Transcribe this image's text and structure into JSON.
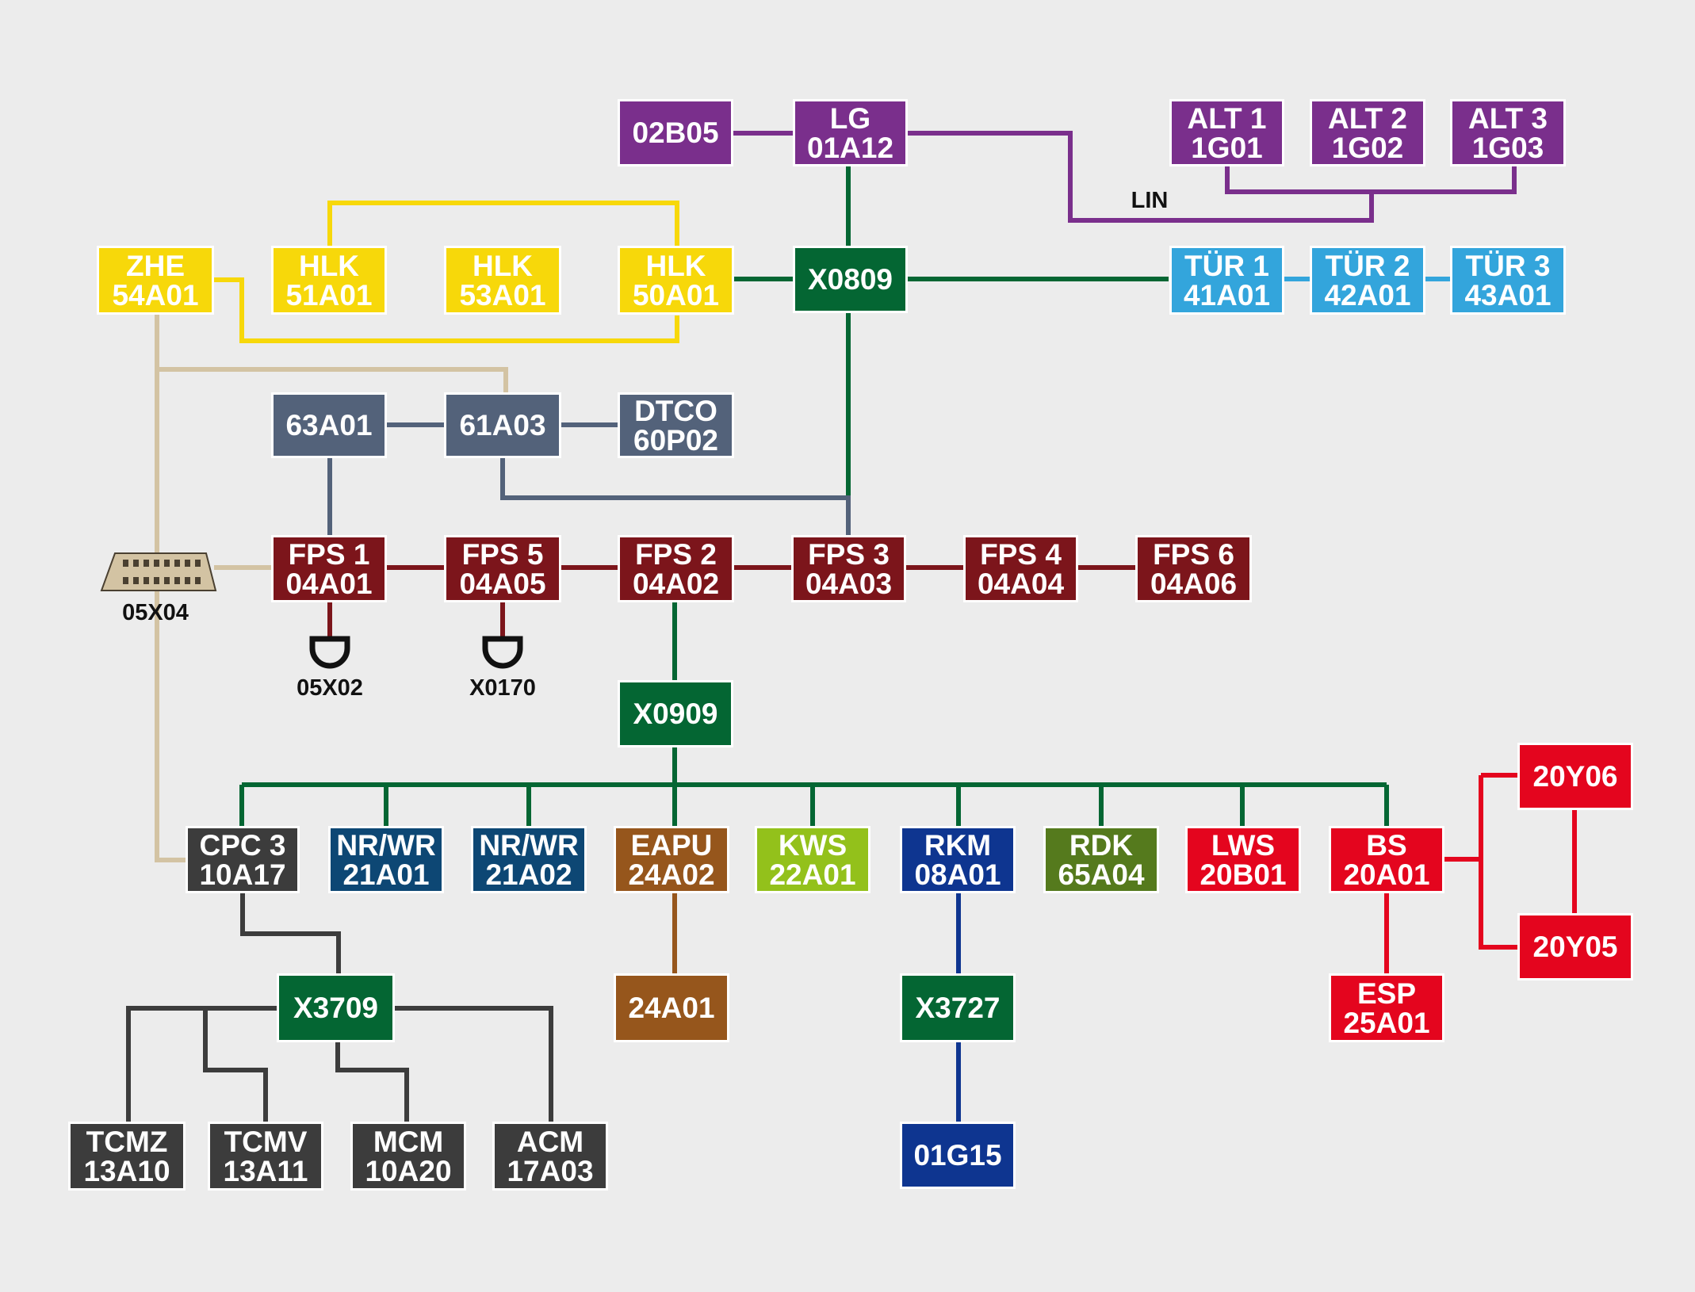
{
  "colors": {
    "purple": "#7a2f8c",
    "yellow": "#f7d80a",
    "green": "#046633",
    "lightblue": "#33a5dc",
    "slate": "#53627a",
    "darkred": "#7c151b",
    "red": "#e4051e",
    "tan": "#d3c3a3",
    "dark": "#3c3c3c",
    "navy": "#0d4774",
    "brown": "#96561c",
    "lime": "#93c11b",
    "blue": "#0e3590",
    "olive": "#557a1d",
    "background": "#ececec"
  },
  "nodes": [
    {
      "id": "n02B05",
      "line1": "02B05",
      "line2": "",
      "color": "purple"
    },
    {
      "id": "nLG",
      "line1": "LG",
      "line2": "01A12",
      "color": "purple"
    },
    {
      "id": "nALT1",
      "line1": "ALT 1",
      "line2": "1G01",
      "color": "purple"
    },
    {
      "id": "nALT2",
      "line1": "ALT 2",
      "line2": "1G02",
      "color": "purple"
    },
    {
      "id": "nALT3",
      "line1": "ALT 3",
      "line2": "1G03",
      "color": "purple"
    },
    {
      "id": "nZHE",
      "line1": "ZHE",
      "line2": "54A01",
      "color": "yellow"
    },
    {
      "id": "nHLK51",
      "line1": "HLK",
      "line2": "51A01",
      "color": "yellow"
    },
    {
      "id": "nHLK53",
      "line1": "HLK",
      "line2": "53A01",
      "color": "yellow"
    },
    {
      "id": "nHLK50",
      "line1": "HLK",
      "line2": "50A01",
      "color": "yellow"
    },
    {
      "id": "nX0809",
      "line1": "X0809",
      "line2": "",
      "color": "green"
    },
    {
      "id": "nTUR1",
      "line1": "TÜR 1",
      "line2": "41A01",
      "color": "lightblue"
    },
    {
      "id": "nTUR2",
      "line1": "TÜR 2",
      "line2": "42A01",
      "color": "lightblue"
    },
    {
      "id": "nTUR3",
      "line1": "TÜR 3",
      "line2": "43A01",
      "color": "lightblue"
    },
    {
      "id": "n63A01",
      "line1": "63A01",
      "line2": "",
      "color": "slate"
    },
    {
      "id": "n61A03",
      "line1": "61A03",
      "line2": "",
      "color": "slate"
    },
    {
      "id": "nDTCO",
      "line1": "DTCO",
      "line2": "60P02",
      "color": "slate"
    },
    {
      "id": "nFPS1",
      "line1": "FPS 1",
      "line2": "04A01",
      "color": "darkred"
    },
    {
      "id": "nFPS5",
      "line1": "FPS 5",
      "line2": "04A05",
      "color": "darkred"
    },
    {
      "id": "nFPS2",
      "line1": "FPS 2",
      "line2": "04A02",
      "color": "darkred"
    },
    {
      "id": "nFPS3",
      "line1": "FPS 3",
      "line2": "04A03",
      "color": "darkred"
    },
    {
      "id": "nFPS4",
      "line1": "FPS 4",
      "line2": "04A04",
      "color": "darkred"
    },
    {
      "id": "nFPS6",
      "line1": "FPS 6",
      "line2": "04A06",
      "color": "darkred"
    },
    {
      "id": "nX0909",
      "line1": "X0909",
      "line2": "",
      "color": "green"
    },
    {
      "id": "nCPC3",
      "line1": "CPC 3",
      "line2": "10A17",
      "color": "dark"
    },
    {
      "id": "nNRWR1",
      "line1": "NR/WR",
      "line2": "21A01",
      "color": "navy"
    },
    {
      "id": "nNRWR2",
      "line1": "NR/WR",
      "line2": "21A02",
      "color": "navy"
    },
    {
      "id": "nEAPU",
      "line1": "EAPU",
      "line2": "24A02",
      "color": "brown"
    },
    {
      "id": "nKWS",
      "line1": "KWS",
      "line2": "22A01",
      "color": "lime"
    },
    {
      "id": "nRKM",
      "line1": "RKM",
      "line2": "08A01",
      "color": "blue"
    },
    {
      "id": "nRDK",
      "line1": "RDK",
      "line2": "65A04",
      "color": "olive"
    },
    {
      "id": "nLWS",
      "line1": "LWS",
      "line2": "20B01",
      "color": "red"
    },
    {
      "id": "nBS",
      "line1": "BS",
      "line2": "20A01",
      "color": "red"
    },
    {
      "id": "n20Y06",
      "line1": "20Y06",
      "line2": "",
      "color": "red"
    },
    {
      "id": "n20Y05",
      "line1": "20Y05",
      "line2": "",
      "color": "red"
    },
    {
      "id": "nESP",
      "line1": "ESP",
      "line2": "25A01",
      "color": "red"
    },
    {
      "id": "n24A01",
      "line1": "24A01",
      "line2": "",
      "color": "brown"
    },
    {
      "id": "nX3727",
      "line1": "X3727",
      "line2": "",
      "color": "green"
    },
    {
      "id": "n01G15",
      "line1": "01G15",
      "line2": "",
      "color": "blue"
    },
    {
      "id": "nX3709",
      "line1": "X3709",
      "line2": "",
      "color": "green"
    },
    {
      "id": "nTCMZ",
      "line1": "TCMZ",
      "line2": "13A10",
      "color": "dark"
    },
    {
      "id": "nTCMV",
      "line1": "TCMV",
      "line2": "13A11",
      "color": "dark"
    },
    {
      "id": "nMCM",
      "line1": "MCM",
      "line2": "10A20",
      "color": "dark"
    },
    {
      "id": "nACM",
      "line1": "ACM",
      "line2": "17A03",
      "color": "dark"
    }
  ],
  "labels": {
    "lin": "LIN",
    "obd_connector": "05X04",
    "connector_05X02": "05X02",
    "connector_X0170": "X0170"
  }
}
